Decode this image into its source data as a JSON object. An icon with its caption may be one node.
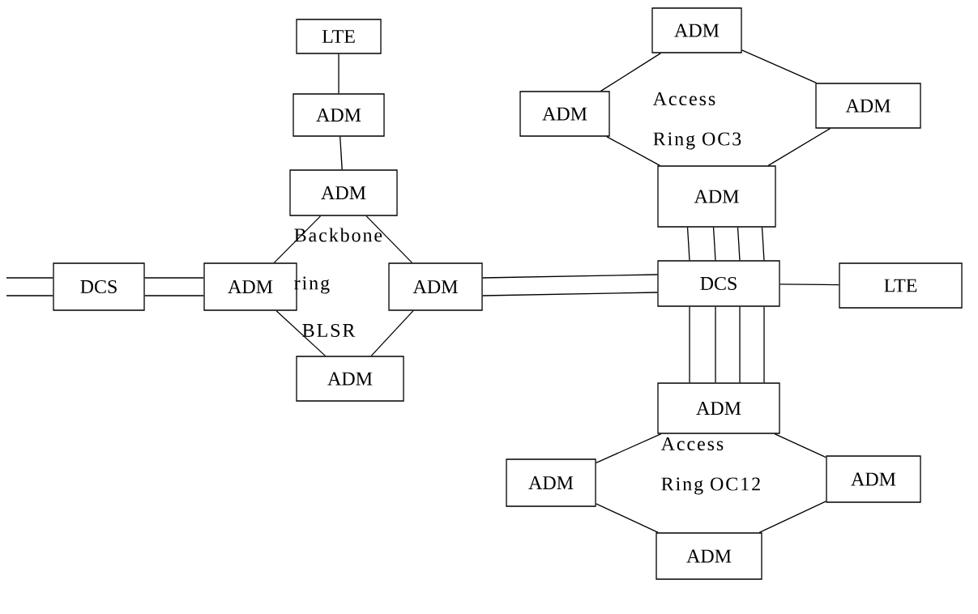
{
  "diagram": {
    "nodes": [
      {
        "text": [
          "LTE"
        ]
      },
      {
        "text": [
          "ADM"
        ]
      },
      {
        "text": [
          "ADM"
        ]
      },
      {
        "text": [
          "DCS"
        ]
      },
      {
        "text": [
          "ADM"
        ]
      },
      {
        "text": [
          "ADM"
        ]
      },
      {
        "text": [
          "ADM"
        ]
      },
      {
        "text": [
          "ADM"
        ]
      },
      {
        "text": [
          "ADM"
        ]
      },
      {
        "text": [
          "ADM"
        ]
      },
      {
        "text": [
          "ADM"
        ]
      },
      {
        "text": [
          "DCS"
        ]
      },
      {
        "text": [
          "LTE"
        ]
      },
      {
        "text": [
          "ADM"
        ]
      },
      {
        "text": [
          "ADM"
        ]
      },
      {
        "text": [
          "ADM"
        ]
      },
      {
        "text": [
          "ADM"
        ]
      }
    ],
    "edges": [
      {
        "from": 0,
        "to": 1,
        "arrow": "none"
      },
      {
        "from": 1,
        "to": 2,
        "arrow": "none"
      },
      {
        "from": 2,
        "to": 4,
        "arrow": "none"
      },
      {
        "from": 2,
        "to": 5,
        "arrow": "none"
      },
      {
        "from": 4,
        "to": 6,
        "arrow": "none"
      },
      {
        "from": 5,
        "to": 6,
        "arrow": "none"
      },
      {
        "from": null,
        "to": 3,
        "arrow": "none"
      },
      {
        "from": null,
        "to": 3,
        "arrow": "none"
      },
      {
        "from": 3,
        "to": 4,
        "arrow": "none"
      },
      {
        "from": 3,
        "to": 4,
        "arrow": "none"
      },
      {
        "from": 5,
        "to": 11,
        "arrow": "none"
      },
      {
        "from": 5,
        "to": 11,
        "arrow": "none"
      },
      {
        "from": 11,
        "to": 12,
        "arrow": "none"
      },
      {
        "from": 7,
        "to": 8,
        "arrow": "none"
      },
      {
        "from": 7,
        "to": 9,
        "arrow": "none"
      },
      {
        "from": 8,
        "to": 10,
        "arrow": "none"
      },
      {
        "from": 9,
        "to": 10,
        "arrow": "none"
      },
      {
        "from": 10,
        "to": 11,
        "arrow": "none"
      },
      {
        "from": 10,
        "to": 11,
        "arrow": "none"
      },
      {
        "from": 10,
        "to": 11,
        "arrow": "none"
      },
      {
        "from": 10,
        "to": 11,
        "arrow": "none"
      },
      {
        "from": 11,
        "to": 13,
        "arrow": "none"
      },
      {
        "from": 11,
        "to": 13,
        "arrow": "none"
      },
      {
        "from": 11,
        "to": 13,
        "arrow": "none"
      },
      {
        "from": 11,
        "to": 13,
        "arrow": "none"
      },
      {
        "from": 13,
        "to": 14,
        "arrow": "none"
      },
      {
        "from": 13,
        "to": 15,
        "arrow": "none"
      },
      {
        "from": 14,
        "to": 16,
        "arrow": "none"
      },
      {
        "from": 15,
        "to": 16,
        "arrow": "none"
      }
    ],
    "labels": [
      "Backbone",
      "ring",
      "BLSR",
      "Access",
      "Ring OC3",
      "Access",
      "Ring OC12"
    ]
  }
}
